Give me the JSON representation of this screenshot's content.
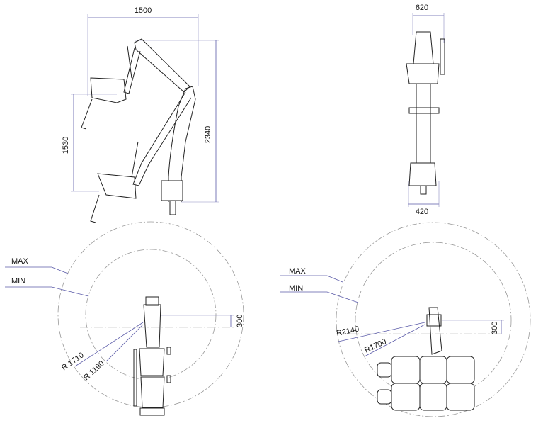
{
  "side_view": {
    "width_label": "1500",
    "height_label": "2340",
    "lift_label": "1530"
  },
  "front_view": {
    "top_width_label": "620",
    "base_width_label": "420"
  },
  "plan_left": {
    "max_label": "MAX",
    "min_label": "MIN",
    "r_max_label": "R 1710",
    "r_min_label": "R 1190",
    "offset_label": "300"
  },
  "plan_right": {
    "max_label": "MAX",
    "min_label": "MIN",
    "r_max_label": "R2140",
    "r_min_label": "R1700",
    "offset_label": "300"
  },
  "colors": {
    "dimension": "#5a5aa8",
    "part": "#222222",
    "circle": "#999999"
  }
}
